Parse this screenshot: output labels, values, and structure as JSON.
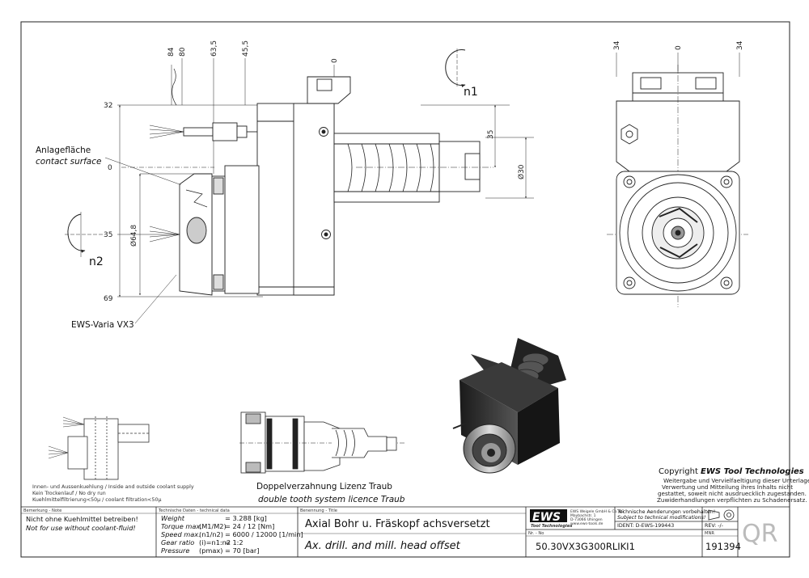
{
  "drawing": {
    "dims_top": [
      "84",
      "80",
      "63,5",
      "45,5",
      "0"
    ],
    "dims_right_top": [
      "34",
      "0",
      "34"
    ],
    "dims_left": [
      "32",
      "0",
      "35",
      "69"
    ],
    "dim_35": "35",
    "dim_d30": "Ø30",
    "dim_d64": "Ø64,8",
    "rotation_n1": "n1",
    "rotation_n2": "n2",
    "contact_de": "Anlagefläche",
    "contact_en": "contact surface",
    "varia_label": "EWS-Varia VX3",
    "coolant_line1": "Innen- und Aussenkuehlung / Inside and outside coolant supply",
    "coolant_line2": "Kein Trockenlauf / No dry run",
    "coolant_line3": "Kuehlmittelfiltrierung<50µ / coolant filtration<50µ",
    "double_tooth_de": "Doppelverzahnung Lizenz Traub",
    "double_tooth_en": "double tooth system licence Traub",
    "copyright_label": "Copyright ",
    "copyright_brand": "EWS Tool Technologies",
    "copyright_l1": "Weitergabe und Vervielfaeltigung dieser Unterlage,",
    "copyright_l2": "Verwertung und Mitteilung ihres Inhalts nicht",
    "copyright_l3": "gestattet, soweit nicht ausdruecklich zugestanden.",
    "copyright_l4": "Zuwiderhandlungen verpflichten zu Schadenersatz."
  },
  "titleblock": {
    "note_head": "Bemerkung - Note",
    "note_de": "Nicht ohne Kuehlmittel betreiben!",
    "note_en": "Not for use without coolant-fluid!",
    "tech_head": "Technische Daten - technical data",
    "rows": [
      {
        "label": "Weight",
        "key": "",
        "value": "=  3.288 [kg]"
      },
      {
        "label": "Torque max.",
        "key": "(M1/M2)",
        "value": "=  24 / 12 [Nm]"
      },
      {
        "label": "Speed max.",
        "key": "(n1/n2)",
        "value": "=  6000 / 12000 [1/min]"
      },
      {
        "label": "Gear ratio",
        "key": "(i)=n1:n2",
        "value": "=  1:2"
      },
      {
        "label": "Pressure",
        "key": "(pmax)",
        "value": "=  70 [bar]"
      }
    ],
    "title_head": "Benennung - Title",
    "title_de": "Axial Bohr u. Fräskopf achsversetzt",
    "title_en": "Ax. drill. and mill. head offset",
    "logo": "EWS",
    "logo_sub": "Tool Technologies",
    "company_l1": "EWS Weigele GmbH & Co. KG",
    "company_l2": "Maybachstr. 1",
    "company_l3": "D-73066 Uhingen",
    "company_l4": "www.ews-tools.de",
    "change_l1": "Technische Aenderungen vorbehalten!",
    "change_l2": "Subject to technical modifications!",
    "ident": "IDENT:  D-EWS-199443",
    "rev": "REV:  -/-",
    "nr_head": "Nr. - No",
    "part_number": "50.30VX3G300RLIKI1",
    "mnr_head": "MNR",
    "mnr": "191394",
    "qr_text": "QR"
  }
}
